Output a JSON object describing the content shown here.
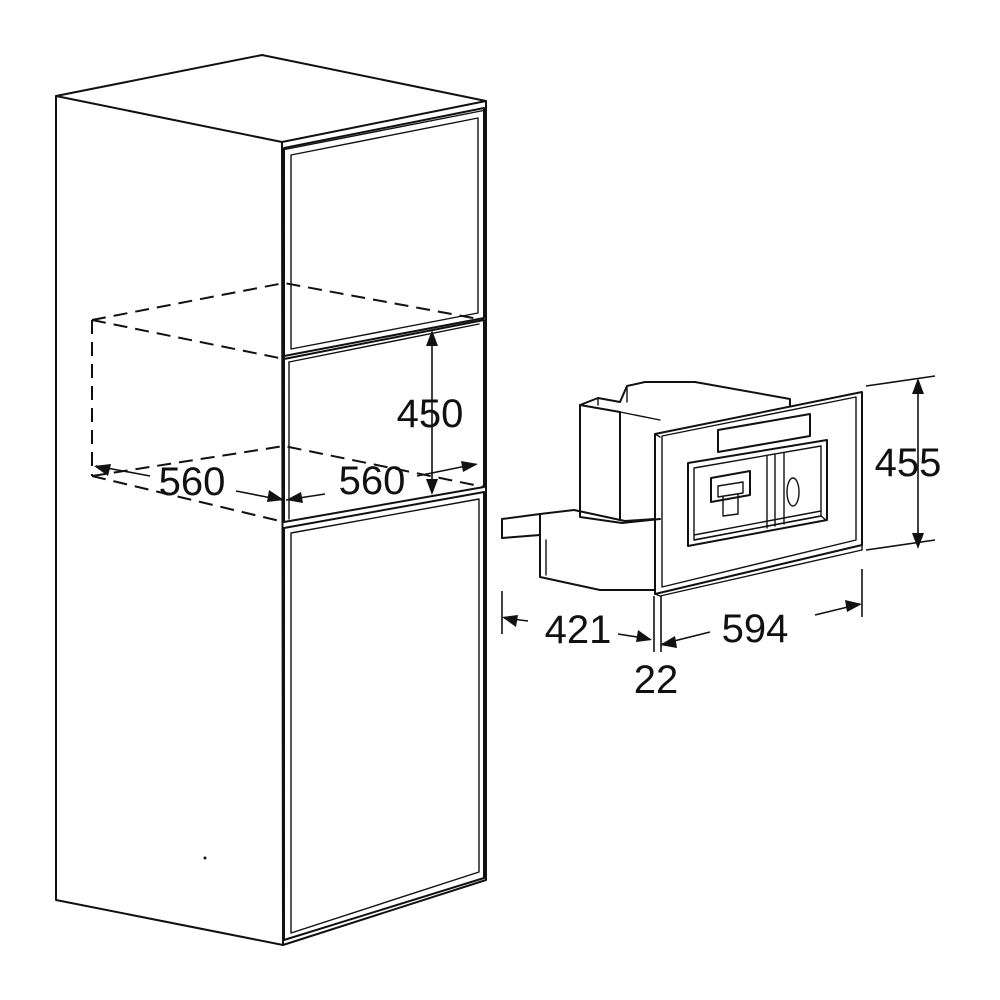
{
  "cabinet": {
    "niche_height": "450",
    "niche_width": "560",
    "niche_depth": "560"
  },
  "appliance": {
    "height": "455",
    "width": "594",
    "depth": "421",
    "front_thickness": "22"
  }
}
